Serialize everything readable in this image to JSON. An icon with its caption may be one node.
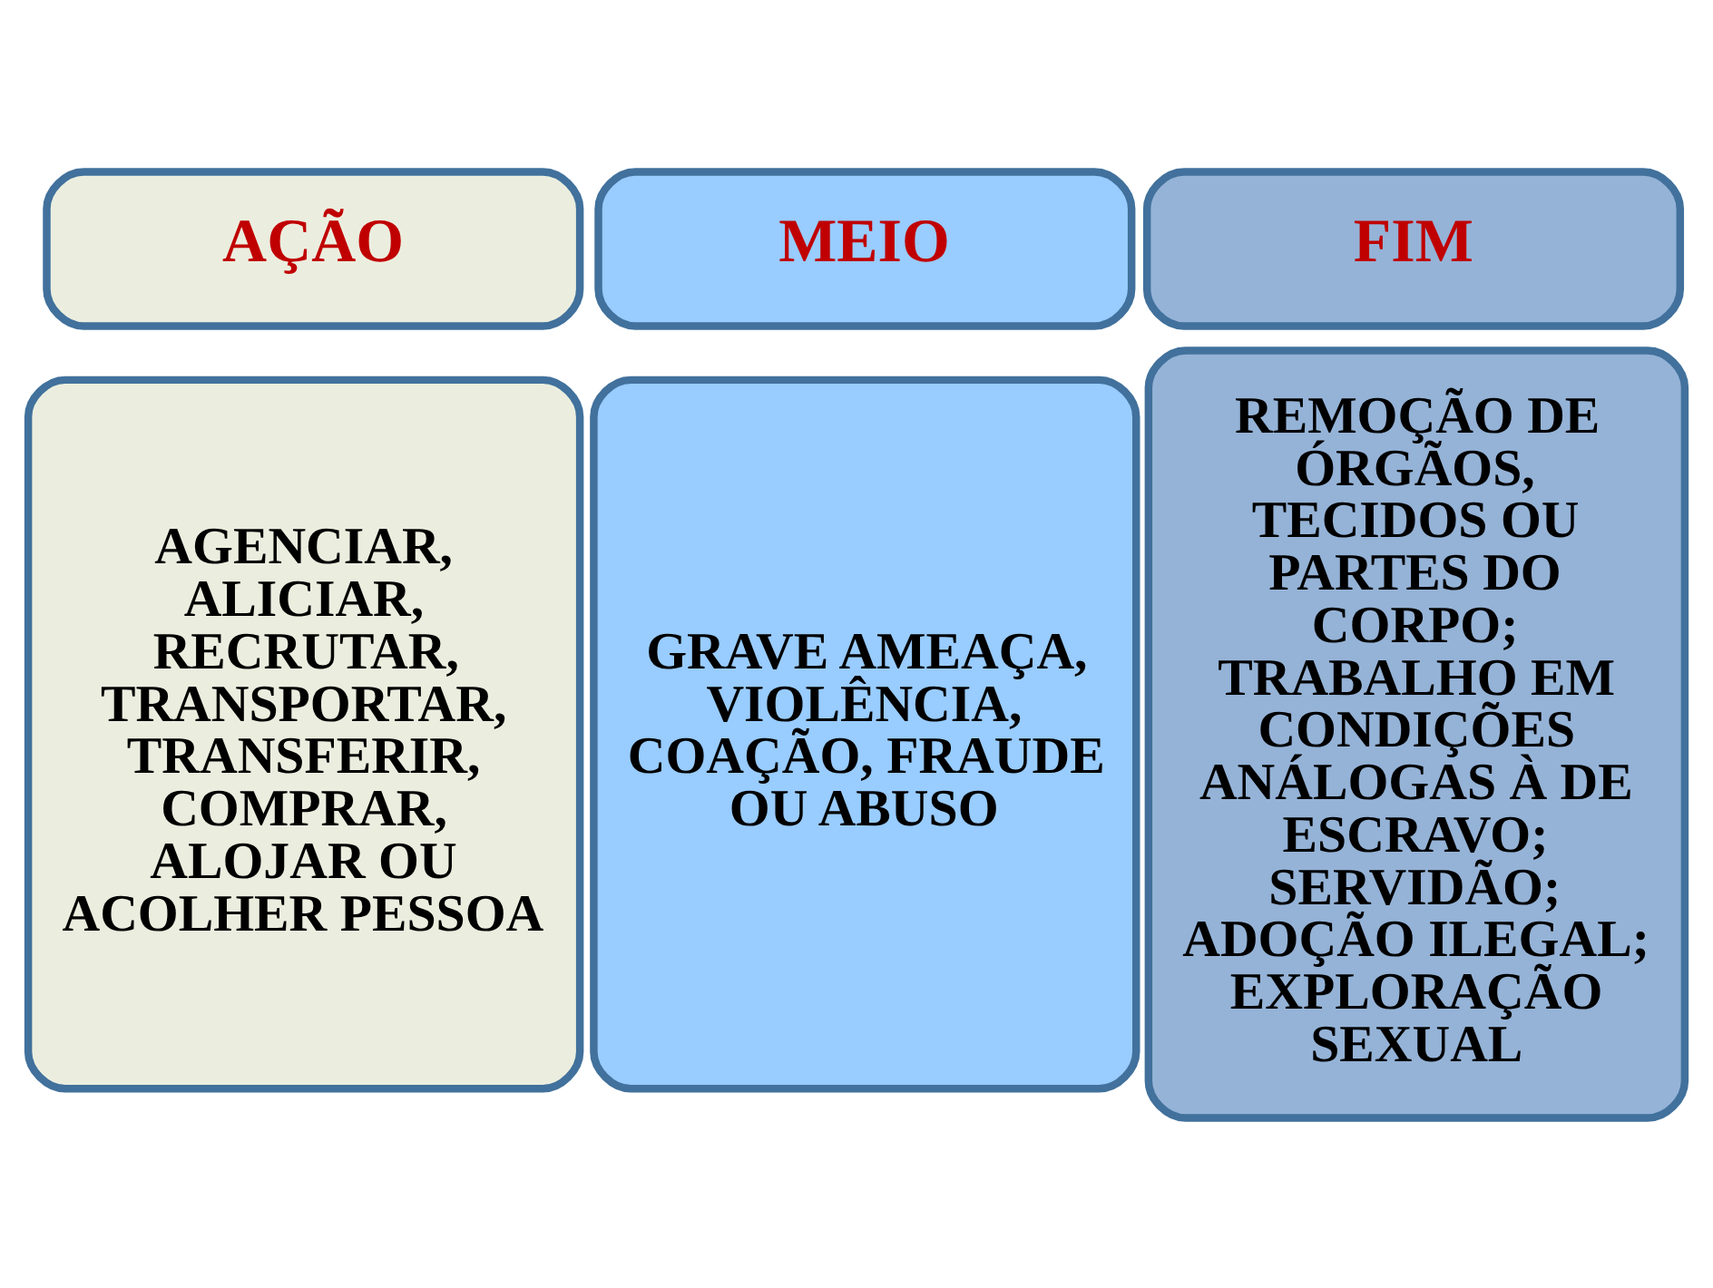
{
  "diagram": {
    "nodes": [
      {
        "text": [
          "AÇÃO"
        ]
      },
      {
        "text": [
          "MEIO"
        ]
      },
      {
        "text": [
          "FIM"
        ]
      },
      {
        "text": [
          "AGENCIAR, ALICIAR, RECRUTAR, TRANSPORTAR, TRANSFERIR, COMPRAR, ALOJAR OU ACOLHER PESSOA"
        ]
      },
      {
        "text": [
          "GRAVE AMEAÇA, VIOLÊNCIA, COAÇÃO, FRAUDE OU ABUSO"
        ]
      },
      {
        "text": [
          "REMOÇÃO DE ÓRGÃOS, TECIDOS OU PARTES DO CORPO; TRABALHO EM CONDIÇÕES ANÁLOGAS À DE ESCRAVO; SERVIDÃO; ADOÇÃO ILEGAL; EXPLORAÇÃO SEXUAL"
        ]
      }
    ],
    "edges": []
  }
}
